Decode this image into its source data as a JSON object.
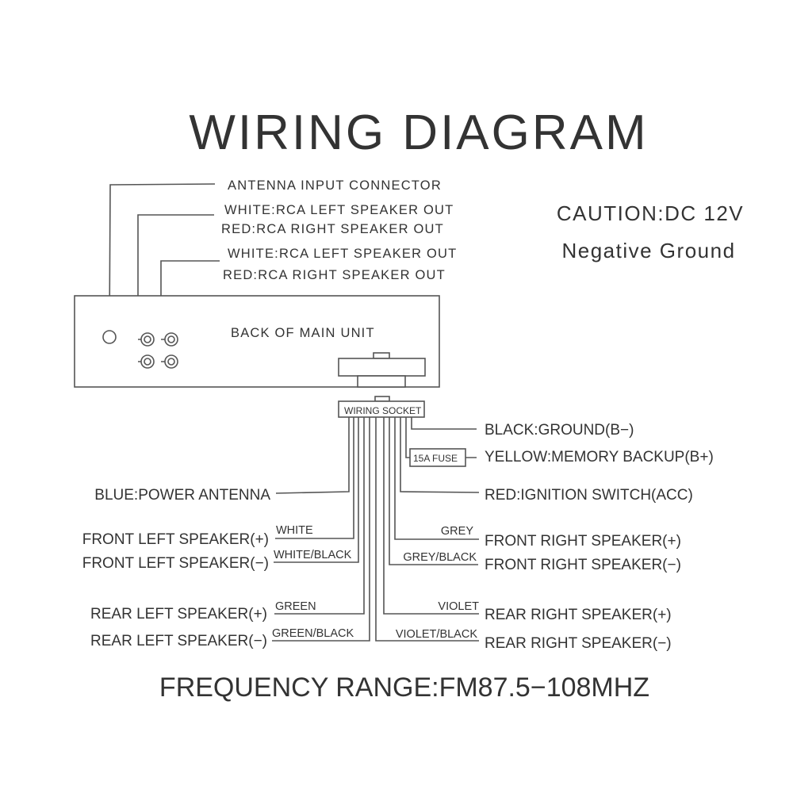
{
  "title": "WIRING DIAGRAM",
  "caution": {
    "line1": "CAUTION:DC 12V",
    "line2": "Negative Ground"
  },
  "top_labels": {
    "antenna": "ANTENNA INPUT CONNECTOR",
    "rca1_white": "WHITE:RCA  LEFT SPEAKER OUT",
    "rca1_red": "RED:RCA RIGHT SPEAKER OUT",
    "rca2_white": "WHITE:RCA  LEFT SPEAKER OUT",
    "rca2_red": "RED:RCA RIGHT SPEAKER OUT"
  },
  "unit": {
    "label": "BACK OF MAIN UNIT",
    "socket_label": "WIRING SOCKET"
  },
  "fuse_label": "15A FUSE",
  "right_labels": {
    "ground": "BLACK:GROUND(B−)",
    "memory": "YELLOW:MEMORY BACKUP(B+)",
    "ignition": "RED:IGNITION SWITCH(ACC)",
    "front_right_pos": "FRONT RIGHT SPEAKER(+)",
    "front_right_neg": "FRONT RIGHT SPEAKER(−)",
    "rear_right_pos": "REAR RIGHT SPEAKER(+)",
    "rear_right_neg": "REAR RIGHT SPEAKER(−)"
  },
  "left_labels": {
    "power_antenna": "BLUE:POWER ANTENNA",
    "front_left_pos": "FRONT LEFT SPEAKER(+)",
    "front_left_neg": "FRONT LEFT SPEAKER(−)",
    "rear_left_pos": "REAR LEFT SPEAKER(+)",
    "rear_left_neg": "REAR LEFT SPEAKER(−)"
  },
  "wire_colors": {
    "white": "WHITE",
    "white_black": "WHITE/BLACK",
    "green": "GREEN",
    "green_black": "GREEN/BLACK",
    "grey": "GREY",
    "grey_black": "GREY/BLACK",
    "violet": "VIOLET",
    "violet_black": "VIOLET/BLACK"
  },
  "frequency": "FREQUENCY  RANGE:FM87.5−108MHZ"
}
